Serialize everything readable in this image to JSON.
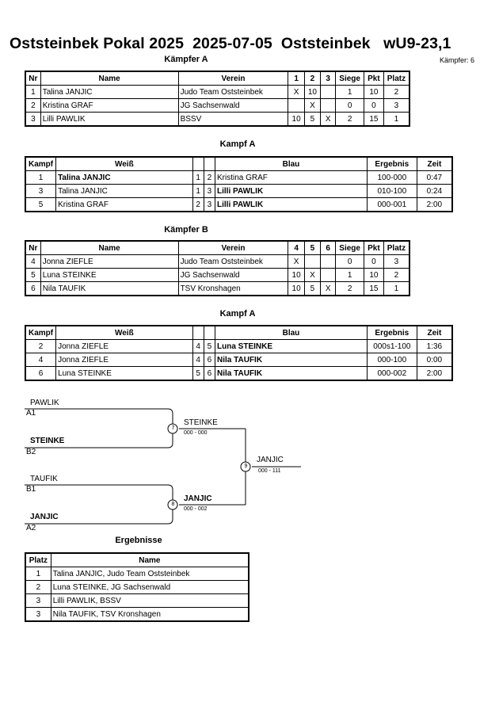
{
  "header": {
    "title": "Oststeinbek Pokal 2025  2025-07-05  Oststeinbek   wU9-23,1",
    "fighter_count": "Kämpfer: 6"
  },
  "pool_a": {
    "heading": "Kämpfer A",
    "columns": [
      "Nr",
      "Name",
      "Verein",
      "1",
      "2",
      "3",
      "Siege",
      "Pkt",
      "Platz"
    ],
    "rows": [
      [
        "1",
        "Talina JANJIC",
        "Judo Team Oststeinbek",
        "X",
        "10",
        "",
        "1",
        "10",
        "2"
      ],
      [
        "2",
        "Kristina GRAF",
        "JG Sachsenwald",
        "",
        "X",
        "",
        "0",
        "0",
        "3"
      ],
      [
        "3",
        "Lilli PAWLIK",
        "BSSV",
        "10",
        "5",
        "X",
        "2",
        "15",
        "1"
      ]
    ]
  },
  "fights_a": {
    "heading": "Kampf A",
    "columns": [
      "Kampf",
      "Weiß",
      "",
      "",
      "Blau",
      "Ergebnis",
      "Zeit"
    ],
    "rows": [
      {
        "k": "1",
        "w": "Talina JANJIC",
        "wb": true,
        "n1": "1",
        "n2": "2",
        "b": "Kristina GRAF",
        "bb": false,
        "e": "100-000",
        "z": "0:47"
      },
      {
        "k": "3",
        "w": "Talina JANJIC",
        "wb": false,
        "n1": "1",
        "n2": "3",
        "b": "Lilli PAWLIK",
        "bb": true,
        "e": "010-100",
        "z": "0:24"
      },
      {
        "k": "5",
        "w": "Kristina GRAF",
        "wb": false,
        "n1": "2",
        "n2": "3",
        "b": "Lilli PAWLIK",
        "bb": true,
        "e": "000-001",
        "z": "2:00"
      }
    ]
  },
  "pool_b": {
    "heading": "Kämpfer B",
    "columns": [
      "Nr",
      "Name",
      "Verein",
      "4",
      "5",
      "6",
      "Siege",
      "Pkt",
      "Platz"
    ],
    "rows": [
      [
        "4",
        "Jonna ZIEFLE",
        "Judo Team Oststeinbek",
        "X",
        "",
        "",
        "0",
        "0",
        "3"
      ],
      [
        "5",
        "Luna STEINKE",
        "JG Sachsenwald",
        "10",
        "X",
        "",
        "1",
        "10",
        "2"
      ],
      [
        "6",
        "Nila TAUFIK",
        "TSV Kronshagen",
        "10",
        "5",
        "X",
        "2",
        "15",
        "1"
      ]
    ]
  },
  "fights_b": {
    "heading": "Kampf A",
    "columns": [
      "Kampf",
      "Weiß",
      "",
      "",
      "Blau",
      "Ergebnis",
      "Zeit"
    ],
    "rows": [
      {
        "k": "2",
        "w": "Jonna ZIEFLE",
        "wb": false,
        "n1": "4",
        "n2": "5",
        "b": "Luna STEINKE",
        "bb": true,
        "e": "000s1-100",
        "z": "1:36"
      },
      {
        "k": "4",
        "w": "Jonna ZIEFLE",
        "wb": false,
        "n1": "4",
        "n2": "6",
        "b": "Nila TAUFIK",
        "bb": true,
        "e": "000-100",
        "z": "0:00"
      },
      {
        "k": "6",
        "w": "Luna STEINKE",
        "wb": false,
        "n1": "5",
        "n2": "6",
        "b": "Nila TAUFIK",
        "bb": true,
        "e": "000-002",
        "z": "2:00"
      }
    ]
  },
  "bracket": {
    "top_white": "PAWLIK",
    "top_white_seed": "A1",
    "top_blue": "STEINKE",
    "top_blue_seed": "B2",
    "semi1_no": "7",
    "semi1_winner": "STEINKE",
    "semi1_score": "000 - 000",
    "bot_white": "TAUFIK",
    "bot_white_seed": "B1",
    "bot_blue": "JANJIC",
    "bot_blue_seed": "A2",
    "semi2_no": "8",
    "semi2_winner": "JANJIC",
    "semi2_score": "000 - 002",
    "final_no": "9",
    "final_winner": "JANJIC",
    "final_score": "000 - 111"
  },
  "results": {
    "heading": "Ergebnisse",
    "columns": [
      "Platz",
      "Name"
    ],
    "rows": [
      [
        "1",
        "Talina JANJIC, Judo Team Oststeinbek"
      ],
      [
        "2",
        "Luna STEINKE, JG Sachsenwald"
      ],
      [
        "3",
        "Lilli PAWLIK, BSSV"
      ],
      [
        "3",
        "Nila TAUFIK, TSV Kronshagen"
      ]
    ]
  }
}
